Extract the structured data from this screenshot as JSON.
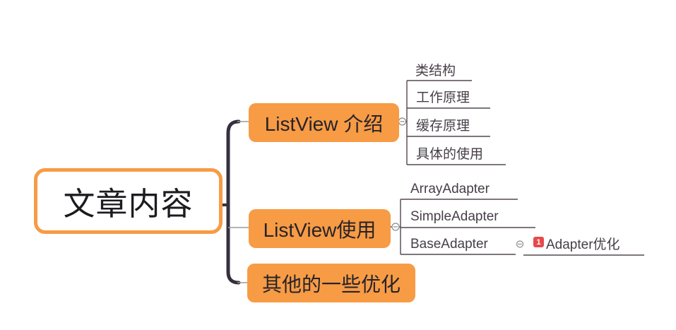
{
  "colors": {
    "background": "#FFFFFF",
    "topic_fill": "#F79B45",
    "root_border": "#F79B45",
    "branch_dark": "#372F3E",
    "thin_connector": "#9A9A9A",
    "subtopic_line": "#534850",
    "subtopic_text": "#473E48",
    "topic_text": "#262329",
    "collapse_circle": "#8A8A8A",
    "badge_red": "#E8494C",
    "badge_text": "#FFFFFF"
  },
  "root": {
    "label": "文章内容"
  },
  "branches": [
    {
      "label": "ListView 介绍",
      "collapsed": false,
      "children": [
        {
          "label": "类结构"
        },
        {
          "label": "工作原理"
        },
        {
          "label": "缓存原理"
        },
        {
          "label": "具体的使用"
        }
      ]
    },
    {
      "label": "ListView使用",
      "collapsed": false,
      "children": [
        {
          "label": "ArrayAdapter"
        },
        {
          "label": "SimpleAdapter"
        },
        {
          "label": "BaseAdapter",
          "collapsed": false,
          "children": [
            {
              "label": "Adapter优化",
              "badge": "1"
            }
          ]
        }
      ]
    },
    {
      "label": "其他的一些优化",
      "children": []
    }
  ]
}
